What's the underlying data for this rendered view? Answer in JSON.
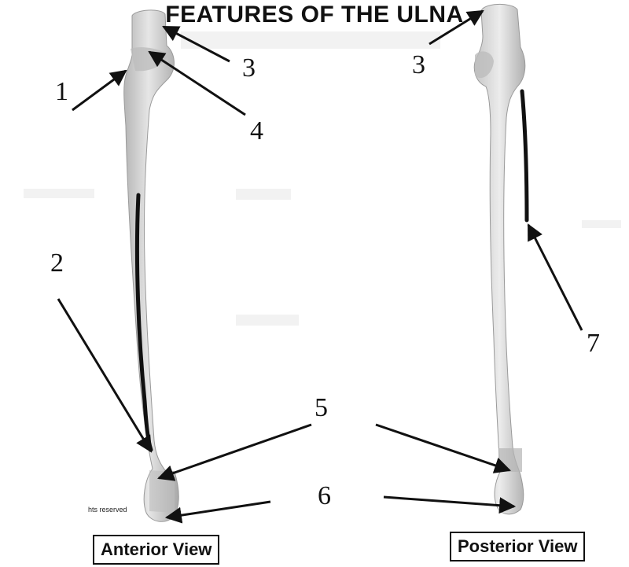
{
  "title": "FEATURES OF THE ULNA",
  "labels": {
    "n1": "1",
    "n2": "2",
    "n3a": "3",
    "n3b": "3",
    "n4": "4",
    "n5": "5",
    "n6": "6",
    "n7": "7"
  },
  "note": "hts reserved",
  "views": {
    "anterior": "Anterior View",
    "posterior": "Posterior View"
  },
  "colors": {
    "bone": "#d9d9d9",
    "bone_shadow": "#a9a9a9",
    "line": "#111111"
  }
}
